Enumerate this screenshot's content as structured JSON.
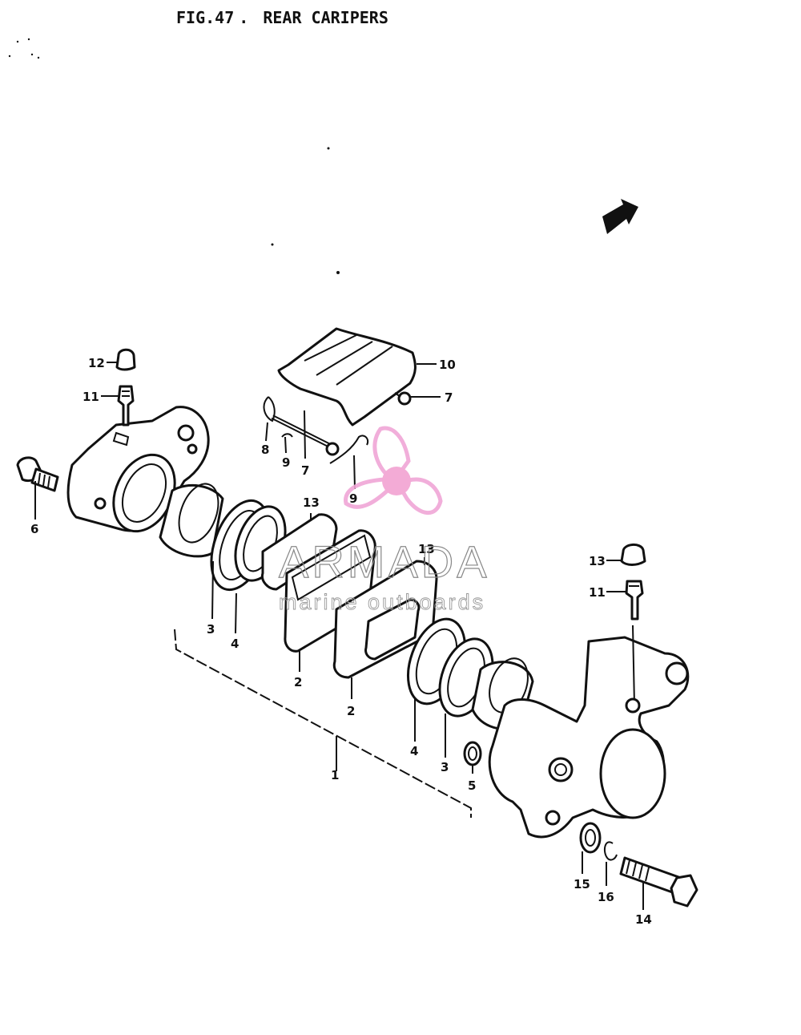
{
  "title": {
    "fig": "FIG.47",
    "sep": ".",
    "name": "REAR CARIPERS"
  },
  "watermark": {
    "brand": "ARMADA",
    "tagline": "marine outboards",
    "logo_color": "#f0a6d6",
    "logo_hub_color": "#f2a2d2"
  },
  "callouts": {
    "c1": "1",
    "c2a": "2",
    "c2b": "2",
    "c3a": "3",
    "c3b": "3",
    "c4a": "4",
    "c4b": "4",
    "c5": "5",
    "c6": "6",
    "c7a": "7",
    "c7b": "7",
    "c8": "8",
    "c9a": "9",
    "c9b": "9",
    "c10": "10",
    "c11a": "11",
    "c11b": "11",
    "c12": "12",
    "c13a": "13",
    "c13b": "13",
    "c13c": "13",
    "c14": "14",
    "c15": "15",
    "c16": "16"
  }
}
